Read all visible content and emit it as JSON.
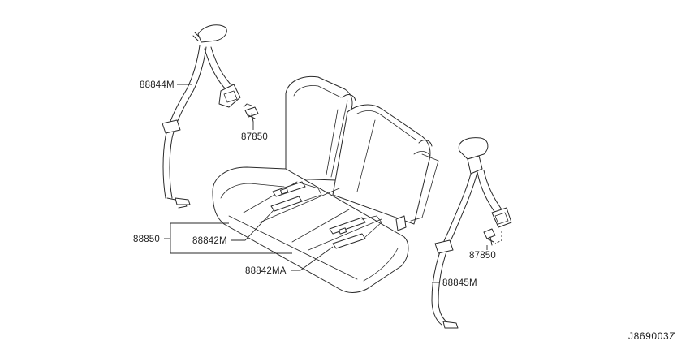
{
  "labels": {
    "p88844m": "88844M",
    "p87850_left": "87850",
    "p88850": "88850",
    "p88842m": "88842M",
    "p88842ma": "88842MA",
    "p87850_right": "87850",
    "p88845m": "88845M"
  },
  "drawing_code": "J869003Z"
}
